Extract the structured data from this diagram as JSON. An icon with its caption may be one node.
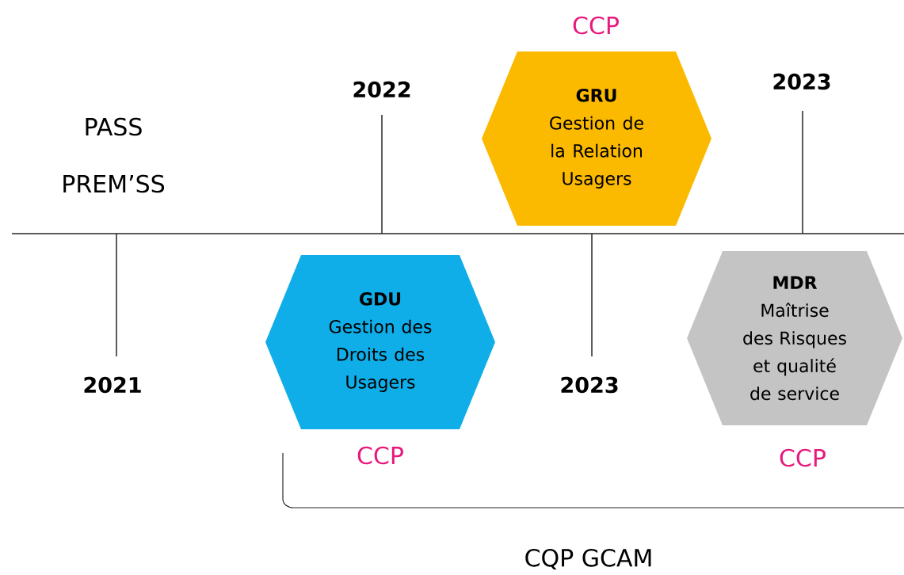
{
  "diagram": {
    "nodes": [
      {
        "text": [
          "GRU",
          "Gestion de la Relation Usagers"
        ],
        "beside": [
          "CCP"
        ]
      },
      {
        "text": [
          "GDU",
          "Gestion des Droits des Usagers"
        ],
        "beside": [
          "CCP"
        ]
      },
      {
        "text": [
          "MDR",
          "Maîtrise des Risques et qualité de service"
        ],
        "beside": [
          "CCP"
        ]
      }
    ],
    "labels": [
      "2022",
      "2023",
      "PASS",
      "PREM’SS",
      "2021",
      "2023",
      "CQP GCAM"
    ]
  }
}
